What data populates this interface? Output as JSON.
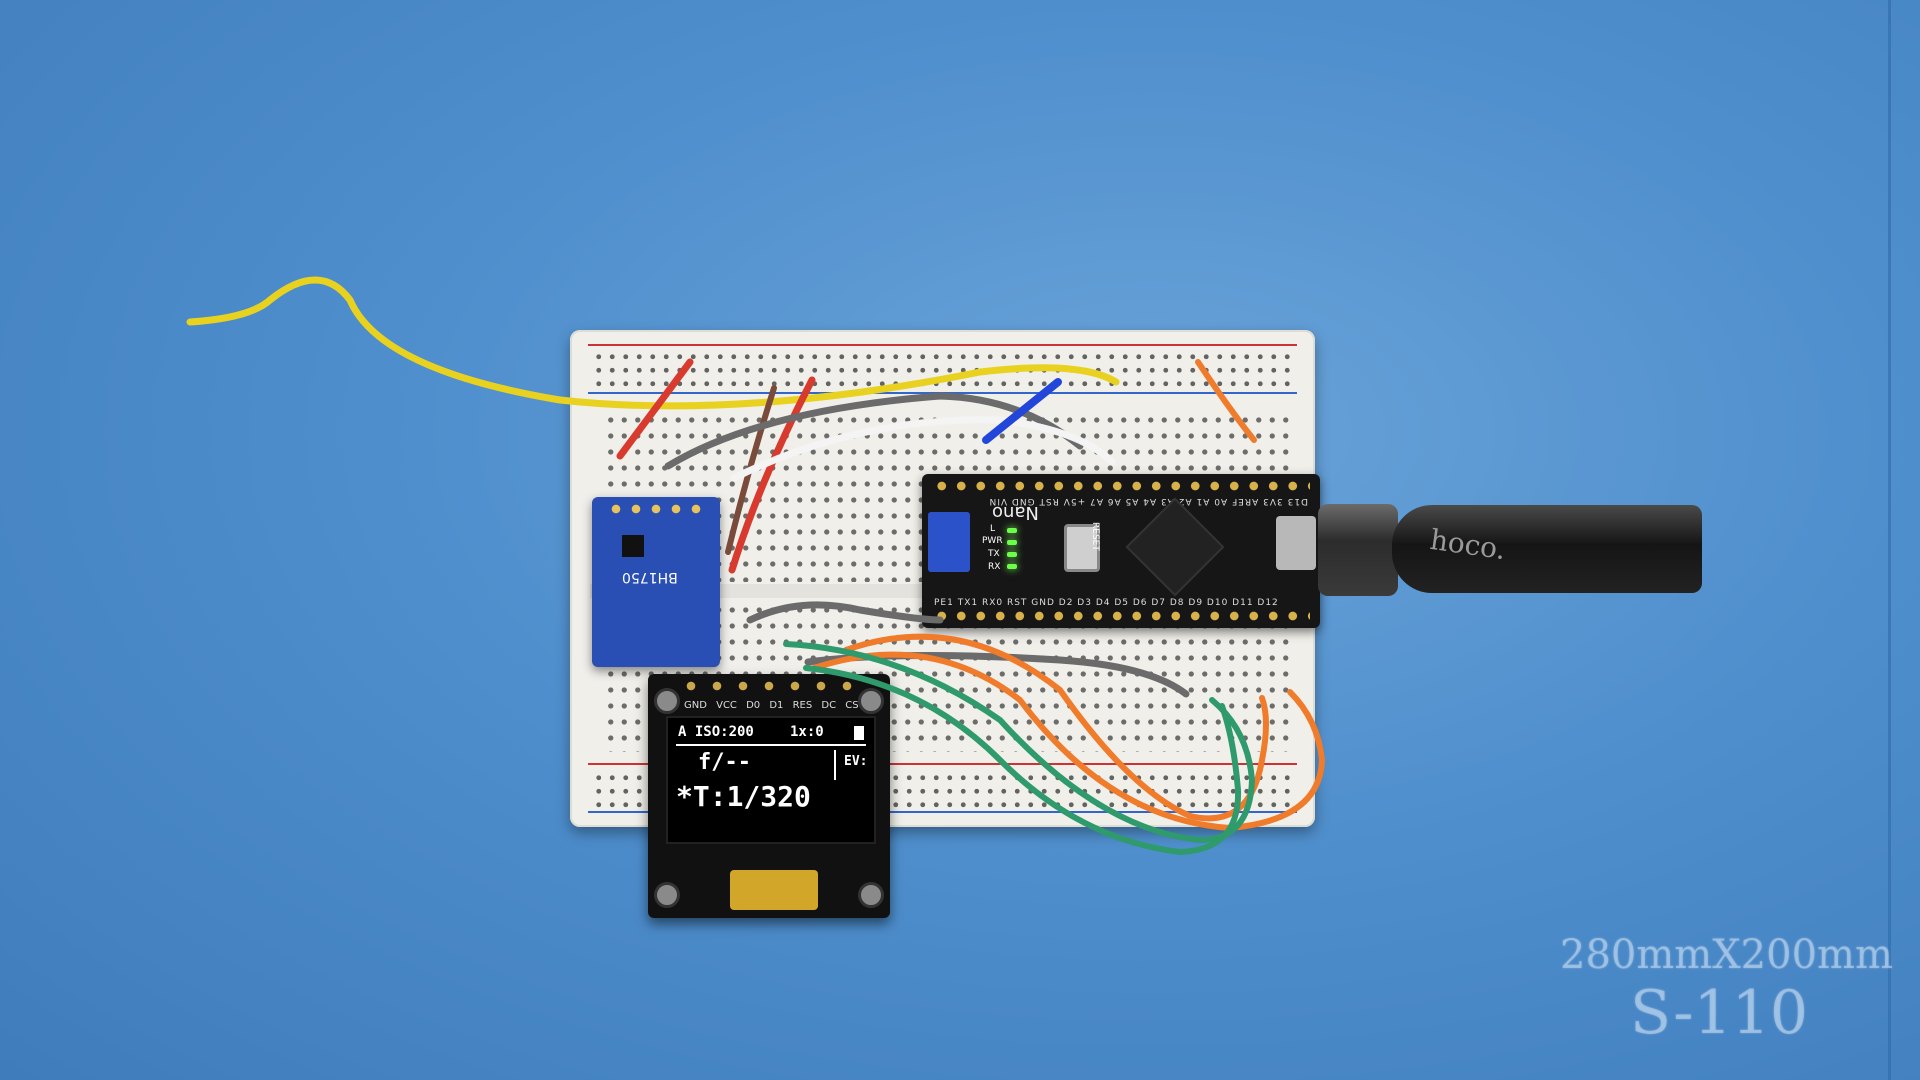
{
  "nano": {
    "title": "Nano",
    "pins_top": "D13 3V3 AREF A0 A1 A2 A3 A4 A5 A6 A7 +5V RST GND VIN",
    "pins_bottom": "PE1 TX1 RX0 RST GND D2 D3 D4 D5 D6 D7 D8 D9 D10 D11 D12",
    "led_labels": [
      "L",
      "PWR",
      "TX",
      "RX"
    ],
    "reset_label": "RESET"
  },
  "sensor": {
    "label": "BH1750"
  },
  "oled": {
    "pin_labels": "GND VCC D0 D1 RES DC CS",
    "mode_iso": "A ISO:200",
    "comp": "1x:0",
    "aperture": "f/--",
    "ev_label": "EV:",
    "shutter": "*T:1/320"
  },
  "cable": {
    "brand": "hoco."
  },
  "watermark": {
    "size": "280mmX200mm",
    "model": "S-110"
  }
}
